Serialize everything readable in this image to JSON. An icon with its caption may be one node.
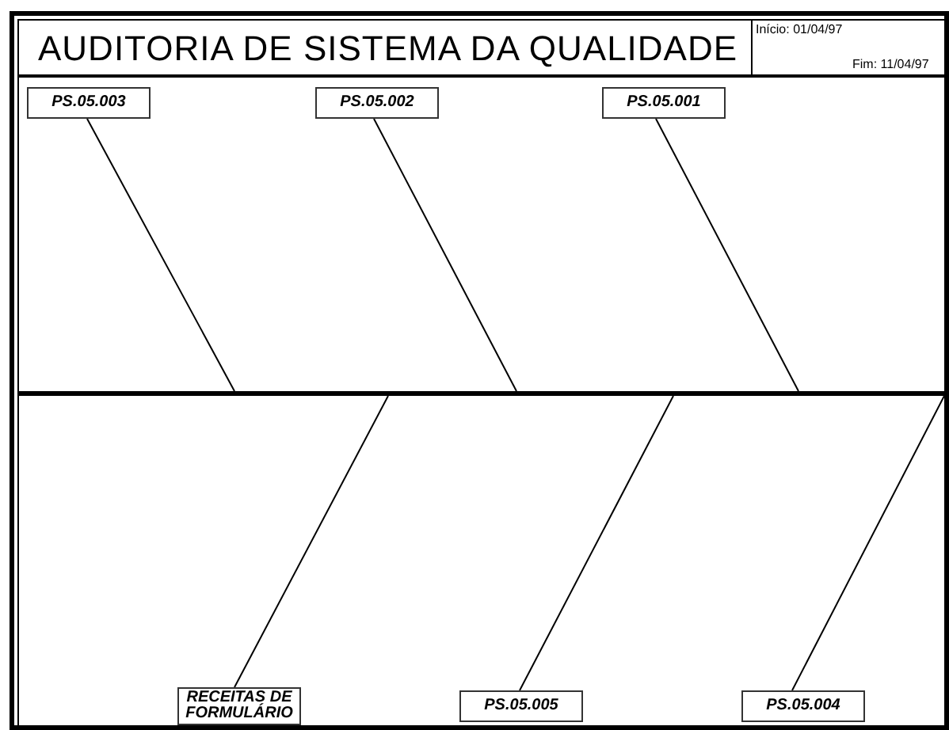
{
  "diagram": {
    "title": "AUDITORIA DE SISTEMA DA QUALIDADE",
    "nodes": [
      {
        "text": [
          "PS.05.003"
        ]
      },
      {
        "text": [
          "PS.05.002"
        ]
      },
      {
        "text": [
          "PS.05.001"
        ]
      },
      {
        "text": [
          "RECEITAS DE FORMULÁRIO"
        ]
      },
      {
        "text": [
          "PS.05.005"
        ]
      },
      {
        "text": [
          "PS.05.004"
        ]
      },
      {
        "text": [],
        "shape": "bar"
      }
    ],
    "edges": [
      {
        "from": 0,
        "to": 6,
        "arrow": "none"
      },
      {
        "from": 1,
        "to": 6,
        "arrow": "none"
      },
      {
        "from": 2,
        "to": 6,
        "arrow": "none"
      },
      {
        "from": 3,
        "to": 6,
        "arrow": "none"
      },
      {
        "from": 4,
        "to": 6,
        "arrow": "none"
      },
      {
        "from": 5,
        "to": 6,
        "arrow": "none"
      }
    ],
    "labels": [
      "Início: 01/04/97",
      "Fim: 11/04/97"
    ]
  }
}
